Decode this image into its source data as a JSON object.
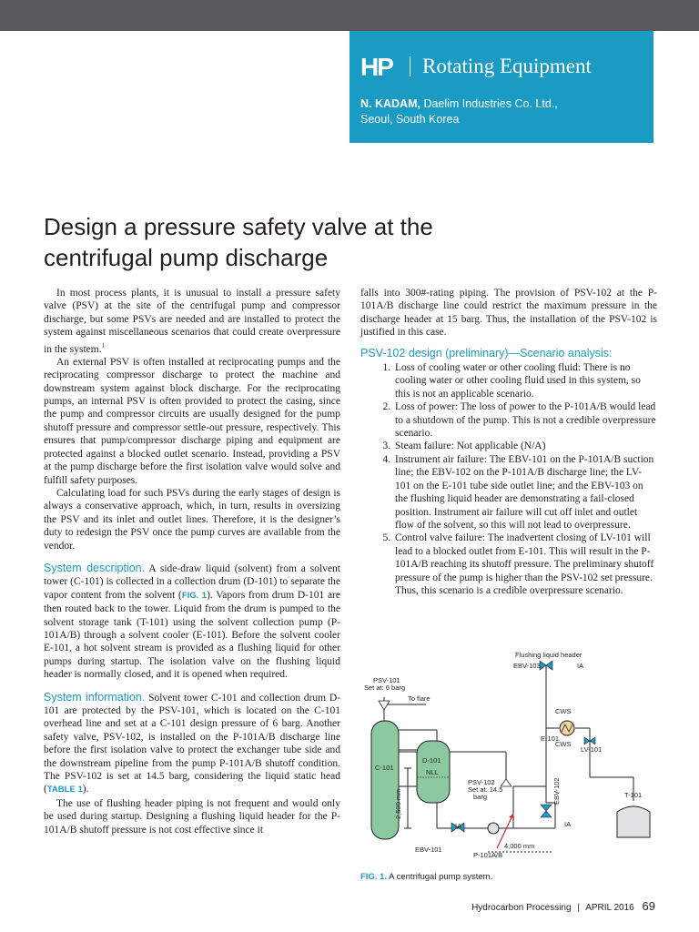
{
  "masthead": {
    "logo": "HP",
    "section": "Rotating Equipment",
    "author_name": "N. KADAM,",
    "author_affil_1": " Daelim Industries Co. Ltd.,",
    "author_affil_2": "Seoul, South Korea"
  },
  "article": {
    "title_line1": "Design a pressure safety valve at the",
    "title_line2": "centrifugal pump discharge"
  },
  "col1": {
    "p1": "In most process plants, it is unusual to install a pressure safety valve (PSV) at the site of the centrifugal pump and compressor discharge, but some PSVs are needed and are installed to protect the system against miscellaneous scenarios that could create overpressure in the system.",
    "p1_sup": "1",
    "p2": "An external PSV is often installed at reciprocating pumps and the reciprocating compressor discharge to protect the machine and downstream system against block discharge. For the reciprocating pumps, an internal PSV is often provided to protect the casing, since the pump and compressor circuits are usually designed for the pump shutoff pressure and compressor settle-out pressure, respectively. This ensures that pump/compressor discharge piping and equipment are protected against a blocked outlet scenario. Instead, providing a PSV at the pump discharge before the first isolation valve would solve and fulfill safety purposes.",
    "p3": "Calculating load for such PSVs during the early stages of design is always a conservative approach, which, in turn, results in oversizing the PSV and its inlet and outlet lines. Therefore, it is the designer’s duty to redesign the PSV once the pump curves are available from the vendor.",
    "sd_lead": "System description.",
    "sd_text_a": " A side-draw liquid (solvent) from a solvent tower (C-101) is collected in a collection drum (D-101) to separate the vapor content from the solvent (",
    "sd_ref": "FIG. 1",
    "sd_text_b": "). Vapors from drum D-101 are then routed back to the tower. Liquid from the drum is pumped to the solvent storage tank (T-101) using the solvent collection pump (P-101A/B) through a solvent cooler (E-101). Before the solvent cooler E-101, a hot solvent stream is provided as a flushing liquid for other pumps during startup. The isolation valve on the flushing liquid header is normally closed, and it is opened when required.",
    "si_lead": "System information.",
    "si_text_a": " Solvent tower C-101 and collection drum D-101 are protected by the PSV-101, which is located on the C-101 overhead line and set at a C-101 design pressure of 6 barg. Another safety valve, PSV-102, is installed on the P-101A/B discharge line before the first isolation valve to protect the exchanger tube side and the downstream pipeline from the pump P-101A/B shutoff condition. The PSV-102 is set at 14.5 barg, considering the liquid static head (",
    "si_ref": "TABLE 1",
    "si_text_b": ").",
    "p6": "The use of flushing header piping is not frequent and would only be used during startup. Designing a flushing liquid header for the P-101A/B shutoff pressure is not cost effective since it"
  },
  "col2": {
    "p1": "falls into 300#-rating piping. The provision of PSV-102 at the P-101A/B discharge line could restrict the maximum pressure in the discharge header at 15 barg. Thus, the installation of the PSV-102 is justified in this case.",
    "subhead": "PSV-102 design (preliminary)—Scenario analysis:",
    "items": [
      "Loss of cooling water or other cooling fluid: There is no cooling water or other cooling fluid used in this system, so this is not an applicable scenario.",
      "Loss of power: The loss of power to the P-101A/B would lead to a shutdown of the pump. This is not a credible overpressure scenario.",
      "Steam failure: Not applicable (N/A)",
      "Instrument air failure: The EBV-101 on the P-101A/B suction line; the EBV-102 on the P-101A/B discharge line; the LV-101 on the E-101 tube side outlet line; and the EBV-103 on the flushing liquid header are demonstrating a fail-closed position. Instrument air failure will cut off inlet and outlet flow of the solvent, so this will not lead to overpressure.",
      "Control valve failure: The inadvertent closing of LV-101 will lead to a blocked outlet from E-101. This will result in the P-101A/B reaching its shutoff pressure. The preliminary shutoff pressure of the pump is higher than the PSV-102 set pressure. Thus, this scenario is a credible overpressure scenario."
    ]
  },
  "figure": {
    "flushing_header": "Flushing liquid header",
    "ebv103": "EBV-103",
    "ia1": "IA",
    "psv101": "PSV-101",
    "psv101_set": "Set at: 6 barg",
    "to_flare": "To flare",
    "cws1": "CWS",
    "cws2": "CWS",
    "e101": "E-101",
    "lv101": "LV-101",
    "c101": "C-101",
    "d101": "D-101",
    "nll": "NLL",
    "dim_2500": "2,500 mm",
    "psv102": "PSV-102",
    "psv102_set1": "Set at: 14.5",
    "psv102_set2": "barg",
    "ebv102": "EBV-102",
    "ia2": "IA",
    "ia3": "IA",
    "t101": "T-101",
    "ebv101": "EBV-101",
    "p101": "P-101A/B",
    "dim_4000": "4,000 mm",
    "caption_label": "FIG. 1.",
    "caption_text": " A centrifugal pump system."
  },
  "footer": {
    "journal": "Hydrocarbon Processing",
    "separator": "|",
    "issue": "APRIL 2016",
    "page": "69"
  },
  "colors": {
    "accent": "#1a9bc4",
    "topbar": "#58595b",
    "vessel_green": "#8cc9a0",
    "valve_blue": "#1a9bc4"
  }
}
